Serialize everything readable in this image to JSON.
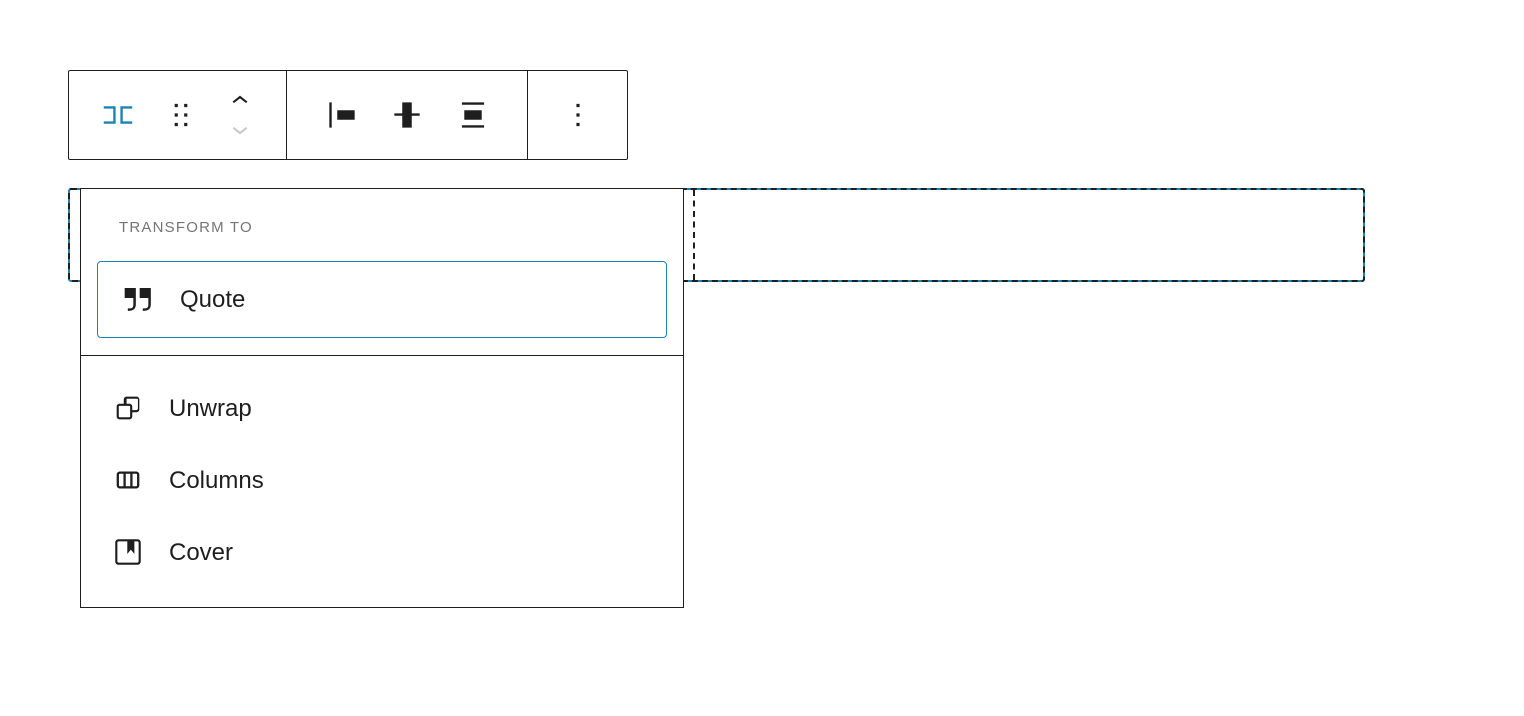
{
  "app": "block-editor",
  "colors": {
    "accent": "#1d82b4",
    "ink": "#1e1e1e",
    "muted_label": "#757575",
    "disabled_icon": "#c8c8c8"
  },
  "toolbar": {
    "block_switcher": {
      "icon": "row-block-icon"
    },
    "drag_handle": {
      "icon": "drag-handle-icon"
    },
    "movers": {
      "up_icon": "chevron-up-icon",
      "down_icon": "chevron-down-icon"
    },
    "format_buttons": [
      {
        "icon": "justify-left-icon"
      },
      {
        "icon": "align-middle-icon"
      },
      {
        "icon": "align-none-icon"
      }
    ],
    "options": {
      "icon": "more-vertical-icon"
    }
  },
  "transform_menu": {
    "section_label": "TRANSFORM TO",
    "primary_item": {
      "label": "Quote",
      "icon": "quote-icon"
    },
    "items": [
      {
        "label": "Unwrap",
        "icon": "ungroup-icon"
      },
      {
        "label": "Columns",
        "icon": "columns-icon"
      },
      {
        "label": "Cover",
        "icon": "cover-icon"
      }
    ]
  },
  "canvas": {
    "selected_block": {
      "state": "selected",
      "style": "dashed-outline"
    }
  }
}
